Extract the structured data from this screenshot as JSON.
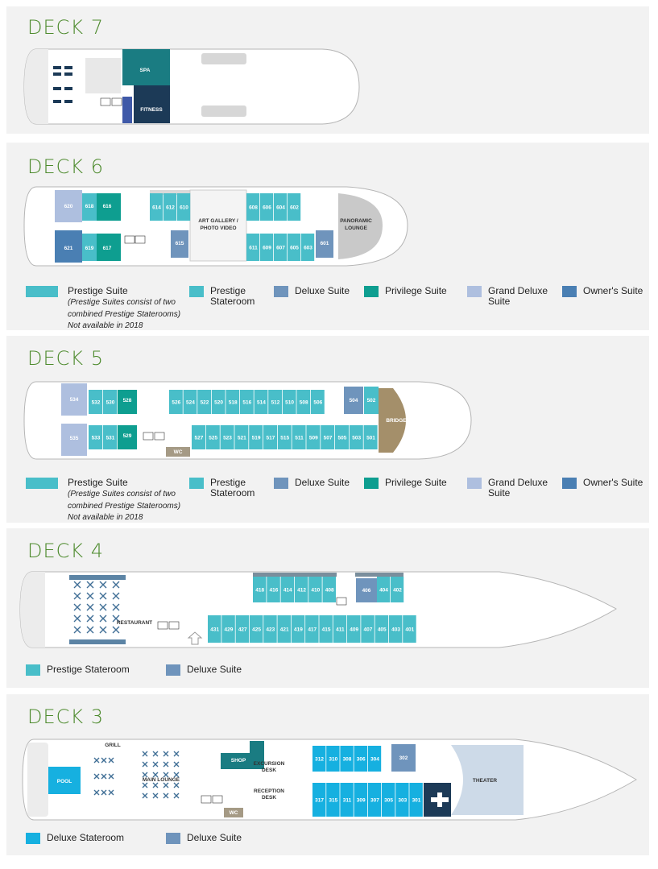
{
  "colors": {
    "prestige_stateroom": "#49bec9",
    "deluxe_suite": "#6f94bc",
    "privilege_suite": "#0e9e90",
    "grand_deluxe_suite": "#aebfdf",
    "owners_suite": "#4a7fb3",
    "deluxe_stateroom": "#16b0e0",
    "spa": "#1a7c82",
    "fitness": "#1c3a57",
    "bridge": "#a48f6a",
    "title_green": "#4c8a2c"
  },
  "decks": [
    {
      "title": "DECK 7"
    },
    {
      "title": "DECK 6"
    },
    {
      "title": "DECK 5"
    },
    {
      "title": "DECK 4"
    },
    {
      "title": "DECK 3"
    }
  ],
  "deck7": {
    "spa": "SPA",
    "fitness": "FITNESS"
  },
  "deck6": {
    "top_cabins": [
      "614",
      "612",
      "610",
      "608",
      "606",
      "604",
      "602"
    ],
    "bottom_cabins": [
      "611",
      "609",
      "607",
      "605",
      "603",
      "601"
    ],
    "grand": [
      "620",
      "621"
    ],
    "privilege_top": [
      "618",
      "616"
    ],
    "privilege_bottom": [
      "619",
      "617"
    ],
    "deluxe": [
      "615"
    ],
    "art_gallery": "ART GALLERY / PHOTO VIDEO",
    "lounge": "PANORAMIC LOUNGE"
  },
  "deck5": {
    "top_cabins": [
      "532",
      "530",
      "526",
      "524",
      "522",
      "520",
      "518",
      "516",
      "514",
      "512",
      "510",
      "508",
      "506"
    ],
    "bottom_cabins": [
      "533",
      "531",
      "527",
      "525",
      "523",
      "521",
      "519",
      "517",
      "515",
      "511",
      "509",
      "507",
      "505",
      "503",
      "501"
    ],
    "grand": [
      "534",
      "535"
    ],
    "privilege": [
      "528",
      "529"
    ],
    "deluxe": [
      "504"
    ],
    "prestige_fwd": [
      "502"
    ],
    "wc": "WC",
    "bridge": "BRIDGE"
  },
  "deck4": {
    "top_cabins": [
      "418",
      "416",
      "414",
      "412",
      "410",
      "408"
    ],
    "deluxe": [
      "406"
    ],
    "top_fwd": [
      "404",
      "402"
    ],
    "bottom_cabins": [
      "431",
      "429",
      "427",
      "425",
      "423",
      "421",
      "419",
      "417",
      "415",
      "411",
      "409",
      "407",
      "405",
      "403",
      "401"
    ],
    "restaurant": "RESTAURANT"
  },
  "deck3": {
    "top_cabins": [
      "312",
      "310",
      "308",
      "306",
      "304"
    ],
    "deluxe": [
      "302"
    ],
    "bottom_cabins": [
      "317",
      "315",
      "311",
      "309",
      "307",
      "305",
      "303",
      "301"
    ],
    "grill": "GRILL",
    "pool": "POOL",
    "main_lounge": "MAIN LOUNGE",
    "shop": "SHOP",
    "excursion": "EXCURSION DESK",
    "reception": "RECEPTION DESK",
    "wc": "WC",
    "theater": "THEATER"
  },
  "legend_full": {
    "prestige_suite": "Prestige Suite",
    "prestige_suite_note1": "(Prestige Suites consist of two",
    "prestige_suite_note2": "combined Prestige Staterooms)",
    "prestige_suite_note3": "Not available in 2018",
    "prestige_stateroom_1": "Prestige",
    "prestige_stateroom_2": "Stateroom",
    "deluxe_suite": "Deluxe Suite",
    "privilege_suite": "Privilege Suite",
    "grand_deluxe_1": "Grand Deluxe",
    "grand_deluxe_2": "Suite",
    "owners_suite": "Owner's Suite"
  },
  "legend_deck4": {
    "prestige_stateroom": "Prestige Stateroom",
    "deluxe_suite": "Deluxe Suite"
  },
  "legend_deck3": {
    "deluxe_stateroom": "Deluxe Stateroom",
    "deluxe_suite": "Deluxe Suite"
  }
}
